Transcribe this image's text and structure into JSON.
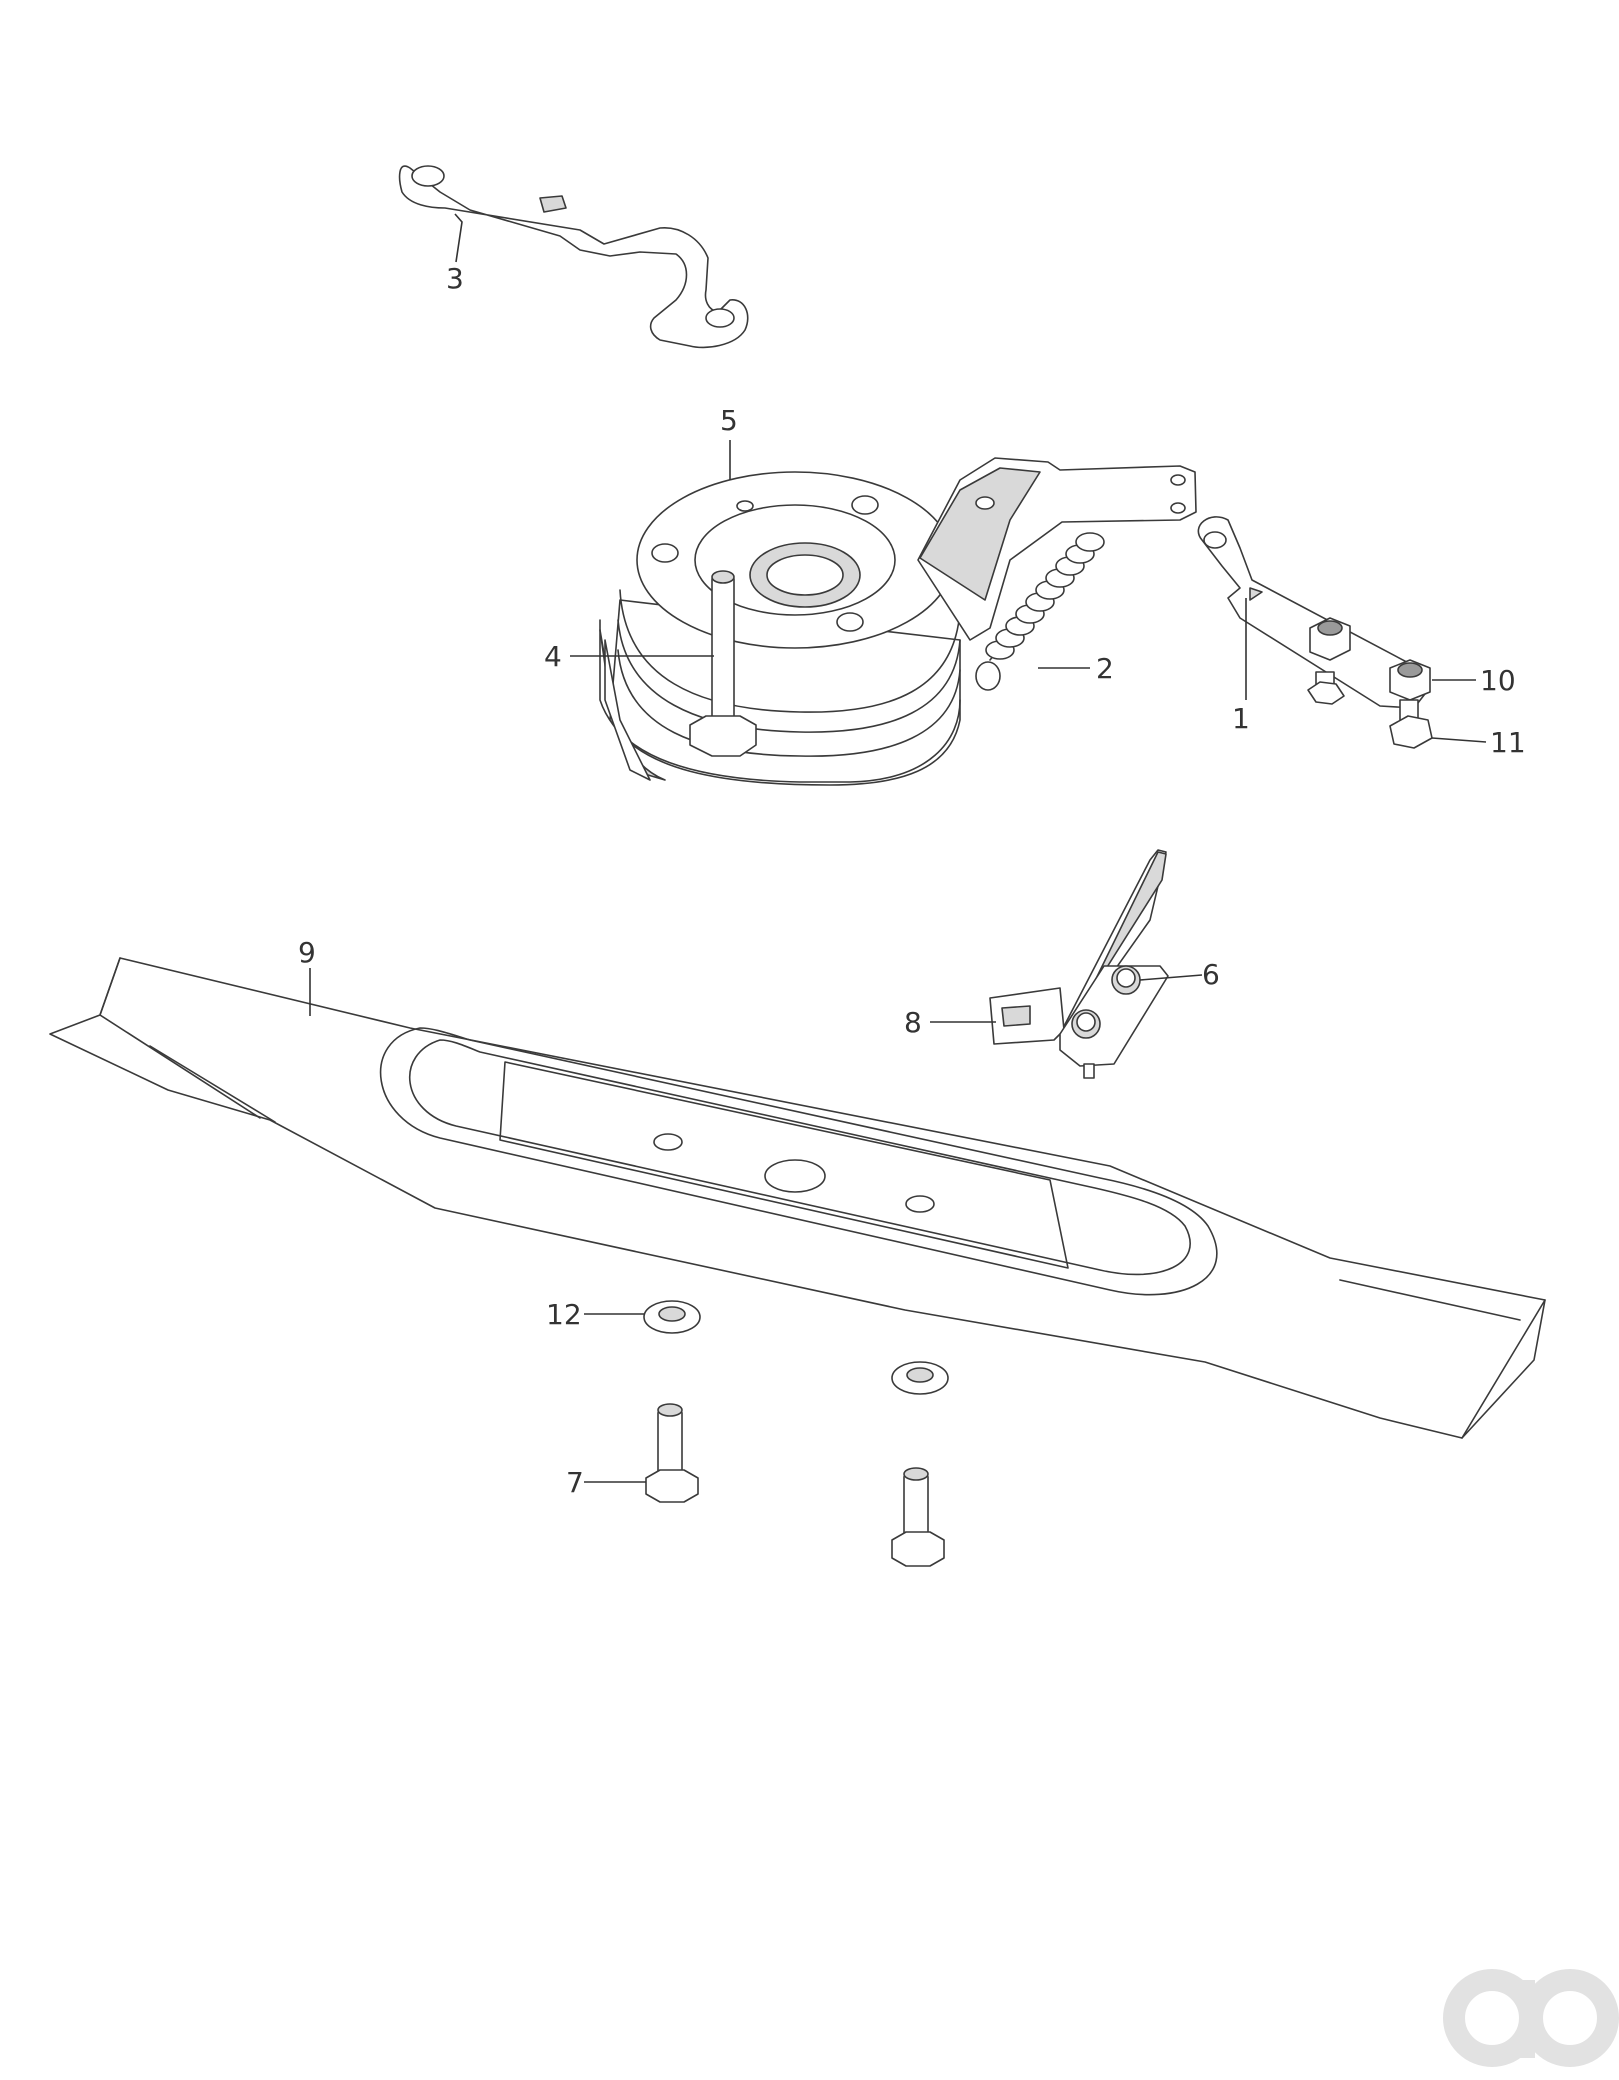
{
  "callouts": [
    {
      "id": "1",
      "label": "1"
    },
    {
      "id": "2",
      "label": "2"
    },
    {
      "id": "3",
      "label": "3"
    },
    {
      "id": "4",
      "label": "4"
    },
    {
      "id": "5",
      "label": "5"
    },
    {
      "id": "6",
      "label": "6"
    },
    {
      "id": "7",
      "label": "7"
    },
    {
      "id": "8",
      "label": "8"
    },
    {
      "id": "9",
      "label": "9"
    },
    {
      "id": "10",
      "label": "10"
    },
    {
      "id": "11",
      "label": "11"
    },
    {
      "id": "12",
      "label": "12"
    }
  ],
  "watermark": {
    "text": "ao",
    "color": "#e2e2e2"
  },
  "colors": {
    "line": "#3a3a3a",
    "background": "#ffffff"
  }
}
